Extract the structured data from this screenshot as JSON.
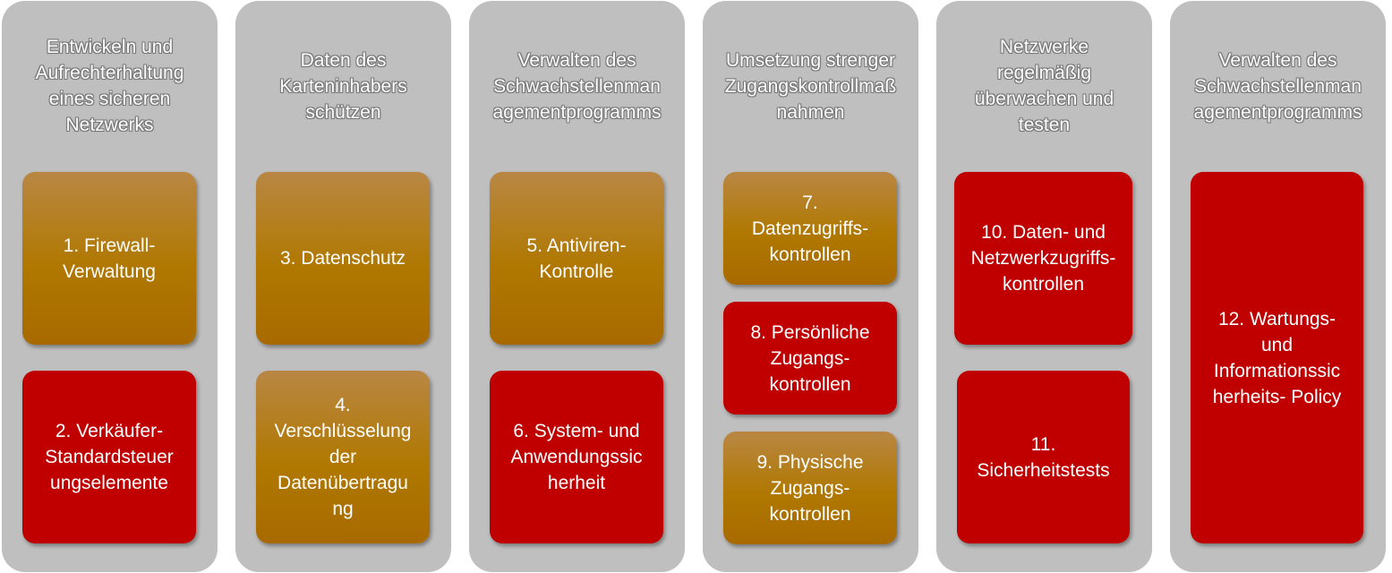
{
  "colors": {
    "column": "#bfbfbf",
    "orange": "#b07800",
    "red": "#c00000"
  },
  "columns": [
    {
      "title": "Entwickeln und\nAufrechterhaltung\neines sicheren\nNetzwerks",
      "items": [
        {
          "label": "1. Firewall-\nVerwaltung",
          "color": "orange"
        },
        {
          "label": "2. Verkäufer-\nStandardsteuer\nungselemente",
          "color": "red"
        }
      ]
    },
    {
      "title": "Daten des\nKarteninhabers\nschützen",
      "items": [
        {
          "label": "3. Datenschutz",
          "color": "orange"
        },
        {
          "label": "4.\nVerschlüsselung\nder\nDatenübertragu\nng",
          "color": "orange"
        }
      ]
    },
    {
      "title": "Verwalten des\nSchwachstellenman\nagementprogramms",
      "items": [
        {
          "label": "5. Antiviren-\nKontrolle",
          "color": "orange"
        },
        {
          "label": "6. System- und\nAnwendungssic\nherheit",
          "color": "red"
        }
      ]
    },
    {
      "title": "Umsetzung strenger\nZugangskontrollmaß\nnahmen",
      "items": [
        {
          "label": "7.\nDatenzugriffs-\nkontrollen",
          "color": "orange"
        },
        {
          "label": "8. Persönliche\nZugangs-\nkontrollen",
          "color": "red"
        },
        {
          "label": "9. Physische\nZugangs-\nkontrollen",
          "color": "orange"
        }
      ]
    },
    {
      "title": "Netzwerke\nregelmäßig\nüberwachen und\ntesten",
      "items": [
        {
          "label": "10. Daten- und\nNetzwerkzugriffs-\nkontrollen",
          "color": "red"
        },
        {
          "label": "11.\nSicherheitstests",
          "color": "red"
        }
      ]
    },
    {
      "title": "Verwalten des\nSchwachstellenman\nagementprogramms",
      "items": [
        {
          "label": "12. Wartungs-\nund\nInformationssic\nherheits- Policy",
          "color": "red"
        }
      ]
    }
  ]
}
